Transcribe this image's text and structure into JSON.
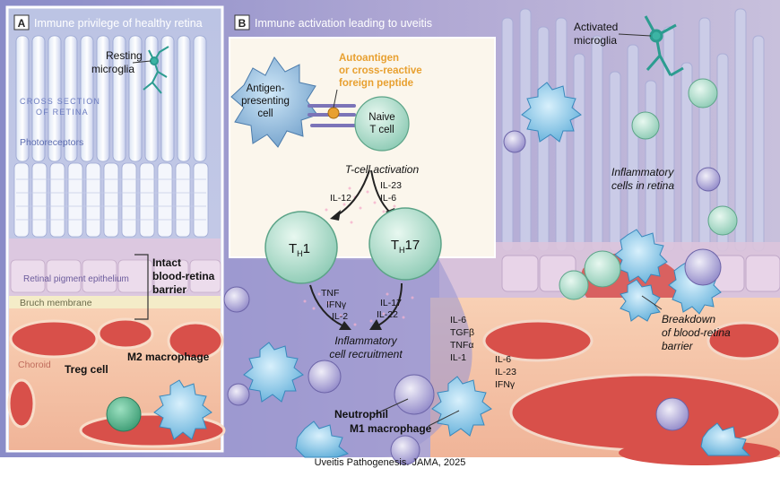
{
  "panel_a": {
    "badge": "A",
    "title": "Immune privilege of healthy retina",
    "resting_microglia": [
      "Resting",
      "microglia"
    ],
    "cross_section": [
      "CROSS SECTION",
      "OF RETINA"
    ],
    "photoreceptors": "Photoreceptors",
    "rpe": "Retinal pigment epithelium",
    "barrier": [
      "Intact",
      "blood-retina",
      "barrier"
    ],
    "bruch": "Bruch membrane",
    "choroid": "Choroid",
    "treg": "Treg cell",
    "m2": "M2 macrophage"
  },
  "panel_b": {
    "badge": "B",
    "title": "Immune activation leading to uveitis",
    "apc": [
      "Antigen-",
      "presenting",
      "cell"
    ],
    "autoantigen": [
      "Autoantigen",
      "or cross-reactive",
      "foreign peptide"
    ],
    "naive": [
      "Naive",
      "T cell"
    ],
    "tcell_activation": "T-cell activation",
    "il12": "IL-12",
    "il23_il6": [
      "IL-23",
      "IL-6"
    ],
    "th1_main": "T",
    "th1_sub": "H",
    "th1_num": "1",
    "th17_main": "T",
    "th17_sub": "H",
    "th17_num": "17",
    "th1_cytokines": [
      "TNF",
      "IFNγ",
      "IL-2"
    ],
    "th17_cytokines": [
      "IL-17",
      "IL-22"
    ],
    "recruitment": [
      "Inflammatory",
      "cell recruitment"
    ],
    "cytokines_mid": [
      "IL-6",
      "TGFβ",
      "TNFα",
      "IL-1"
    ],
    "cytokines_right": [
      "IL-6",
      "IL-23",
      "IFNγ"
    ],
    "neutrophil": "Neutrophil",
    "m1": "M1 macrophage",
    "activated_microglia": [
      "Activated",
      "microglia"
    ],
    "inflammatory_cells": [
      "Inflammatory",
      "cells in retina"
    ],
    "breakdown": [
      "Breakdown",
      "of blood-retina",
      "barrier"
    ]
  },
  "caption": "Uveitis Pathogenesis. JAMA, 2025",
  "colors": {
    "treg": "#5cb892",
    "th": "#a8dcc8",
    "m_cell": "#8cc8e8",
    "neutrophil": "#b8b0dc",
    "vessel": "#d8504a",
    "label_orange": "#e8a030"
  }
}
